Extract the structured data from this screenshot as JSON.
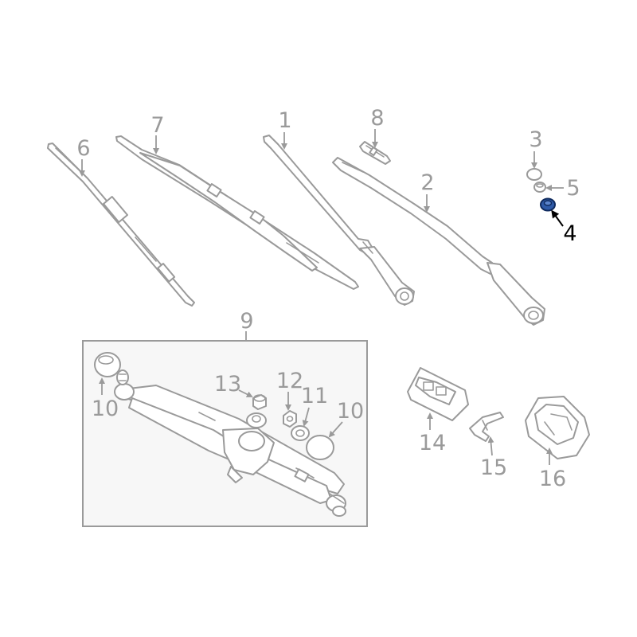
{
  "diagram": {
    "colors": {
      "line": "#9a9a9a",
      "highlight_fill": "#2e5aa8",
      "highlight_stroke": "#0f2a5e",
      "active_label": "#000000",
      "box_fill": "#f7f7f7"
    },
    "callouts": {
      "c1": "1",
      "c2": "2",
      "c3": "3",
      "c4": "4",
      "c5": "5",
      "c6": "6",
      "c7": "7",
      "c8": "8",
      "c9": "9",
      "c10a": "10",
      "c10b": "10",
      "c11": "11",
      "c12": "12",
      "c13": "13",
      "c14": "14",
      "c15": "15",
      "c16": "16"
    },
    "highlighted_part": "4"
  }
}
